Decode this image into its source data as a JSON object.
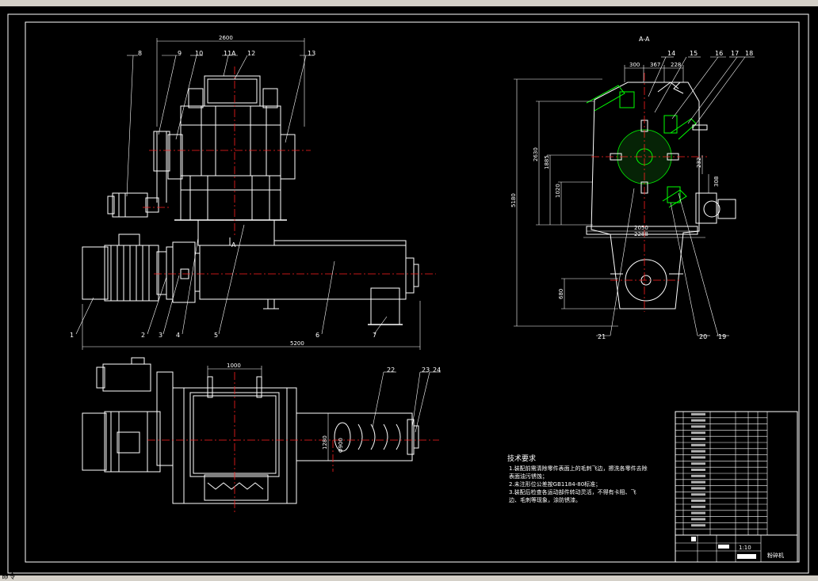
{
  "window": {
    "command_line": "命令"
  },
  "labels": {
    "front_view": [
      "1",
      "2",
      "3",
      "4",
      "5",
      "6",
      "7",
      "8",
      "9",
      "10",
      "11",
      "12",
      "13"
    ],
    "section_view": [
      "14",
      "15",
      "16",
      "17",
      "18",
      "19",
      "20",
      "21"
    ],
    "top_view": [
      "22",
      "23",
      "24"
    ],
    "section_title": "A-A",
    "cut_marker": "A"
  },
  "dimensions": {
    "front_width": "2600",
    "front_total": "5200",
    "top_width": "1000",
    "top_height": "1280",
    "top_diam": "Φ900",
    "sec_300": "300",
    "sec_367": "367",
    "sec_228": "228",
    "sec_2630": "2630",
    "sec_1885": "1885",
    "sec_1020": "1020",
    "sec_5180": "5180",
    "sec_2050": "2050",
    "sec_2288": "2288",
    "sec_680": "680",
    "sec_232": "232",
    "sec_308": "308"
  },
  "notes": {
    "title": "技术要求",
    "lines": [
      "1.装配前需清除零件表面上的毛刺飞边，擦洗各零件去除",
      "表面油污锈蚀；",
      "2.未注形位公差按GB1184-80标准；",
      "3.装配后检查各运动部件转动灵活，不得有卡阻、飞",
      "边、毛刺等现象，涂防锈漆。"
    ]
  },
  "title_block": {
    "scale": "1:10",
    "drawing_name": "粉碎机"
  },
  "colors": {
    "background": "#000000",
    "line": "#ffffff",
    "accent": "#00ff00",
    "center": "#ff2020"
  }
}
